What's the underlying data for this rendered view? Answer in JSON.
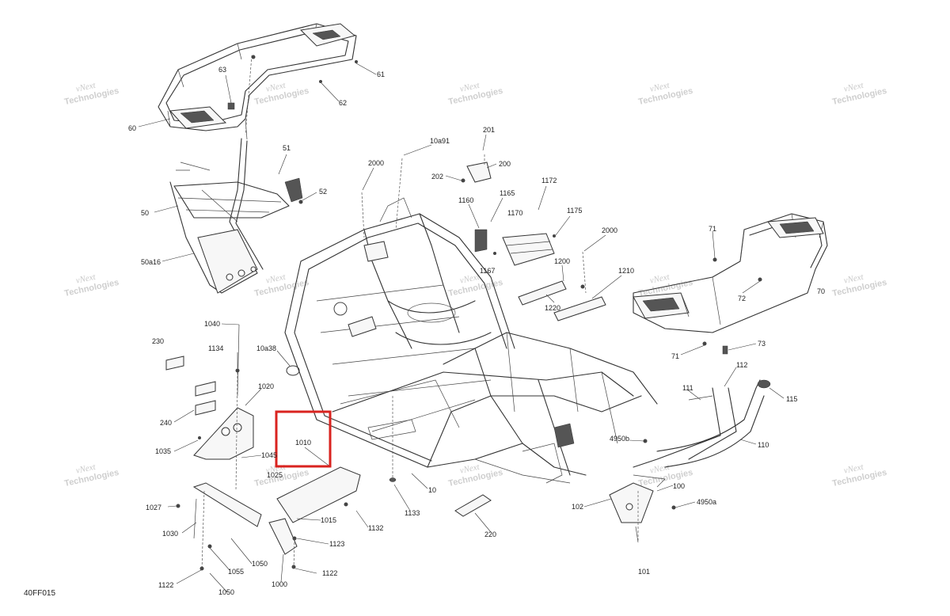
{
  "drawing_code": "40FF015",
  "watermark": {
    "line1": "vNext",
    "line2": "Technologies"
  },
  "highlight": {
    "part": "1010",
    "color": "#d9231f"
  },
  "labels": [
    "60",
    "61",
    "62",
    "63",
    "50",
    "51",
    "52",
    "50a16",
    "10a91",
    "201",
    "200",
    "202",
    "2000",
    "1160",
    "1165",
    "1170",
    "1172",
    "1175",
    "1167",
    "2000",
    "1200",
    "1210",
    "1220",
    "71",
    "72",
    "70",
    "71",
    "73",
    "1040",
    "230",
    "1134",
    "10a38",
    "1020",
    "240",
    "1035",
    "1045",
    "1025",
    "1010",
    "112",
    "111",
    "115",
    "4950b",
    "110",
    "100",
    "102",
    "4950a",
    "101",
    "1027",
    "1030",
    "1015",
    "1132",
    "1133",
    "10",
    "220",
    "1123",
    "1050",
    "1055",
    "1000",
    "1122",
    "1122",
    "1050"
  ]
}
